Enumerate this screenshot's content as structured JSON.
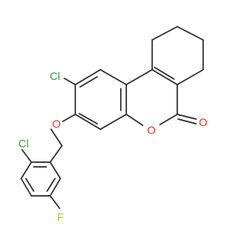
{
  "colors": {
    "background": "#ffffff",
    "bond": "#2f2f2f",
    "chlorine": "#2ea43b",
    "oxygen": "#e8332a",
    "fluorine": "#9acd32"
  },
  "molecule": {
    "atom_labels": {
      "cl_top": "Cl",
      "cl_bottom": "Cl",
      "o_ether": "O",
      "o_ring": "O",
      "o_carbonyl": "O",
      "f": "F"
    }
  }
}
